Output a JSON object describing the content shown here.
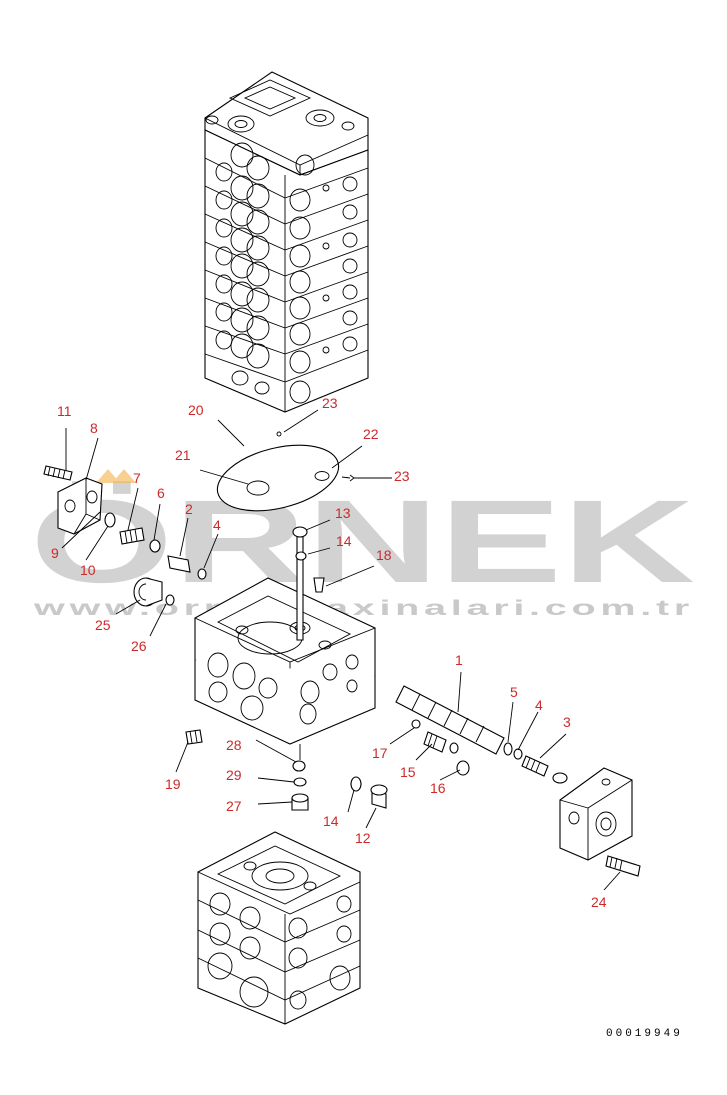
{
  "watermark": {
    "brand": "ÖRNEK",
    "url": "www.ornekmaxinalari.com.tr"
  },
  "drawing_code": "00019949",
  "colors": {
    "callout": "#cc2a2a",
    "watermark": "#d2d2d2",
    "watermark_accent": "#f3b24a",
    "line": "#000000"
  },
  "callouts": {
    "c1": "1",
    "c2": "2",
    "c3": "3",
    "c4a": "4",
    "c4b": "4",
    "c5": "5",
    "c6": "6",
    "c7": "7",
    "c8": "8",
    "c9": "9",
    "c10": "10",
    "c11": "11",
    "c12": "12",
    "c13": "13",
    "c14a": "14",
    "c14b": "14",
    "c15": "15",
    "c16": "16",
    "c17": "17",
    "c18": "18",
    "c19": "19",
    "c20": "20",
    "c21": "21",
    "c22": "22",
    "c23a": "23",
    "c23b": "23",
    "c24": "24",
    "c25": "25",
    "c26": "26",
    "c27": "27",
    "c28": "28",
    "c29": "29"
  }
}
